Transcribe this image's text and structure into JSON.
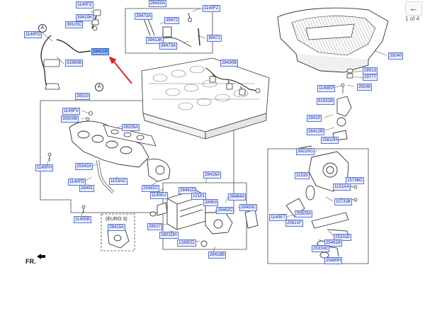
{
  "nav": {
    "back_icon": "arrow-left-icon",
    "back_glyph": "←",
    "page_indicator": "1 of 4"
  },
  "circle_markers": [
    "A",
    "A"
  ],
  "euro_note": "(EURO 3)",
  "direction_marker": "FR.",
  "highlight_color": "#8db6ff",
  "label_color": "#1a2f9c",
  "arrow_color": "#e8191f",
  "labels": [
    {
      "id": "l01",
      "text": "1140FZ",
      "hl": false
    },
    {
      "id": "l02",
      "text": "39410K",
      "hl": false
    },
    {
      "id": "l03",
      "text": "39120C",
      "hl": false
    },
    {
      "id": "l04",
      "text": "1140FD",
      "hl": false
    },
    {
      "id": "l05",
      "text": "28421B",
      "hl": true
    },
    {
      "id": "l06",
      "text": "31980B",
      "hl": false
    },
    {
      "id": "l07",
      "text": "28420A",
      "hl": false
    },
    {
      "id": "l08",
      "text": "28473A",
      "hl": false
    },
    {
      "id": "l09",
      "text": "1140FZ",
      "hl": false
    },
    {
      "id": "l10",
      "text": "39472",
      "hl": false
    },
    {
      "id": "l11",
      "text": "39413K",
      "hl": false
    },
    {
      "id": "l12",
      "text": "39473A",
      "hl": false
    },
    {
      "id": "l13",
      "text": "39471",
      "hl": false
    },
    {
      "id": "l14",
      "text": "28430B",
      "hl": false
    },
    {
      "id": "l15",
      "text": "28310",
      "hl": false
    },
    {
      "id": "l16",
      "text": "1140FV",
      "hl": false
    },
    {
      "id": "l17",
      "text": "39300B",
      "hl": false
    },
    {
      "id": "l18",
      "text": "28335A",
      "hl": false
    },
    {
      "id": "l19",
      "text": "1140FH",
      "hl": false
    },
    {
      "id": "l20",
      "text": "25342A",
      "hl": false
    },
    {
      "id": "l21",
      "text": "1140FD",
      "hl": false
    },
    {
      "id": "l22",
      "text": "28491",
      "hl": false
    },
    {
      "id": "l23",
      "text": "1153AC",
      "hl": false
    },
    {
      "id": "l24",
      "text": "28381C",
      "hl": false
    },
    {
      "id": "l25",
      "text": "1140DJ",
      "hl": false
    },
    {
      "id": "l26",
      "text": "11405B",
      "hl": false
    },
    {
      "id": "l27",
      "text": "28415A",
      "hl": false
    },
    {
      "id": "l28",
      "text": "29240",
      "hl": false
    },
    {
      "id": "l29",
      "text": "28913",
      "hl": false
    },
    {
      "id": "l30",
      "text": "29777",
      "hl": false
    },
    {
      "id": "l31",
      "text": "1140EP",
      "hl": false
    },
    {
      "id": "l32",
      "text": "29246",
      "hl": false
    },
    {
      "id": "l33",
      "text": "91931B",
      "hl": false
    },
    {
      "id": "l34",
      "text": "28410",
      "hl": false
    },
    {
      "id": "l35",
      "text": "28412B",
      "hl": false
    },
    {
      "id": "l36",
      "text": "25610H",
      "hl": false
    },
    {
      "id": "l37",
      "text": "39220G",
      "hl": false
    },
    {
      "id": "l38",
      "text": "28416A",
      "hl": false
    },
    {
      "id": "l39",
      "text": "28461D",
      "hl": false
    },
    {
      "id": "l40",
      "text": "12181",
      "hl": false
    },
    {
      "id": "l41",
      "text": "28463",
      "hl": false
    },
    {
      "id": "l42",
      "text": "28464A",
      "hl": false
    },
    {
      "id": "l43",
      "text": "28462C",
      "hl": false
    },
    {
      "id": "l44",
      "text": "28527",
      "hl": false
    },
    {
      "id": "l45",
      "text": "1601DH",
      "hl": false
    },
    {
      "id": "l46",
      "text": "28493C",
      "hl": false
    },
    {
      "id": "l47",
      "text": "1339CD",
      "hl": false
    },
    {
      "id": "l48",
      "text": "28418B",
      "hl": false
    },
    {
      "id": "l49",
      "text": "11533",
      "hl": false
    },
    {
      "id": "l50",
      "text": "15738G",
      "hl": false
    },
    {
      "id": "l51",
      "text": "1152AA",
      "hl": false
    },
    {
      "id": "l52",
      "text": "1573JB",
      "hl": false
    },
    {
      "id": "l53",
      "text": "25500A",
      "hl": false
    },
    {
      "id": "l54",
      "text": "1140ET",
      "hl": false
    },
    {
      "id": "l55",
      "text": "25621F",
      "hl": false
    },
    {
      "id": "l56",
      "text": "25331E",
      "hl": false
    },
    {
      "id": "l57",
      "text": "25481B",
      "hl": false
    },
    {
      "id": "l58",
      "text": "25331E",
      "hl": false
    },
    {
      "id": "l59",
      "text": "25480H",
      "hl": false
    }
  ]
}
